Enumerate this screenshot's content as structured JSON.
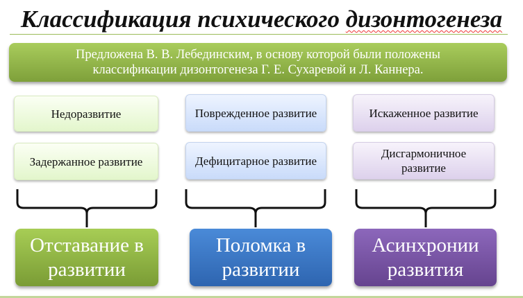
{
  "title": {
    "part1": "Классификация психического ",
    "part2": "дизонтогенеза"
  },
  "banner": {
    "line1": "Предложена  В. В. Лебединским,  в основу которой были положены",
    "line2": "классификации  дизонтогенеза Г. Е. Сухаревой  и Л. Каннера."
  },
  "columns": [
    {
      "items": [
        "Недоразвитие",
        "Задержанное развитие"
      ],
      "group": "Отставание в развитии",
      "color": "#9bbb59"
    },
    {
      "items": [
        "Поврежденное развитие",
        "Дефицитарное развитие"
      ],
      "group": "Поломка в развитии",
      "color": "#4f81bd"
    },
    {
      "items": [
        "Искаженное развитие",
        "Дисгармоничное развитие"
      ],
      "group": "Асинхронии развития",
      "color": "#8064a2"
    }
  ]
}
